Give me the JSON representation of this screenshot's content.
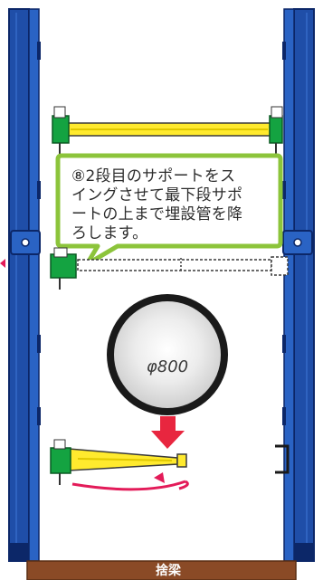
{
  "callout": {
    "lines": [
      "⑧2段目のサポートをス",
      "イングさせて最下段サポ",
      "ートの上まで埋設管を降",
      "ろします。"
    ]
  },
  "pipe": {
    "label": "φ800"
  },
  "bottom_beam": {
    "label": "捨梁"
  },
  "colors": {
    "wall_blue": "#1f4ea8",
    "wall_edge": "#0c2768",
    "support_yellow": "#ffea2e",
    "support_green": "#14a341",
    "callout_border": "#8cc43b",
    "arrow_red": "#e8263f",
    "swing_pink": "#e31b59",
    "beam_brown": "#8a4a26"
  }
}
